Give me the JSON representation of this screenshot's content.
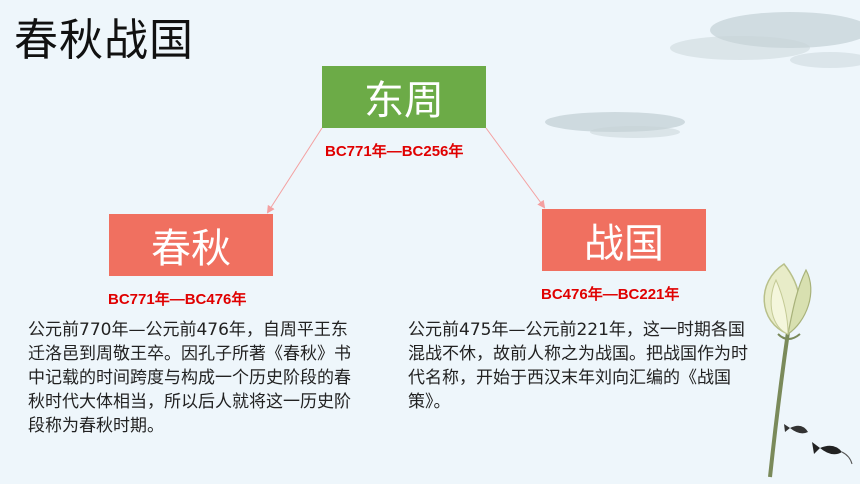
{
  "title": "春秋战国",
  "eastern_zhou": {
    "label": "东周",
    "date": "BC771年—BC256年"
  },
  "spring_autumn": {
    "label": "春秋",
    "date": "BC771年—BC476年",
    "description": "公元前770年—公元前476年，自周平王东迁洛邑到周敬王卒。因孔子所著《春秋》书中记载的时间跨度与构成一个历史阶段的春秋时代大体相当，所以后人就将这一历史阶段称为春秋时期。"
  },
  "warring_states": {
    "label": "战国",
    "date": "BC476年—BC221年",
    "description": "公元前475年—公元前221年，这一时期各国混战不休，故前人称之为战国。把战国作为时代名称，开始于西汉末年刘向汇编的《战国策》。"
  },
  "colors": {
    "root_box": "#6cab47",
    "child_box": "#f07060",
    "date_text": "#e00000",
    "arrow": "#f4a0a0"
  }
}
